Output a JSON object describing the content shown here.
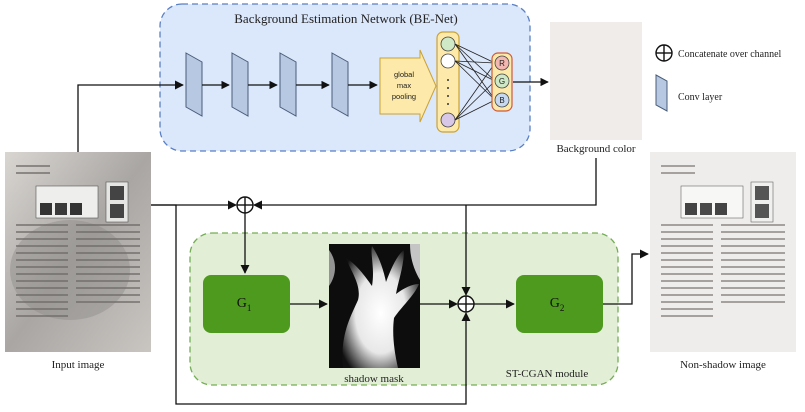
{
  "be_net": {
    "title": "Background Estimation Network (BE-Net)",
    "pool_label": [
      "global",
      "max",
      "pooling"
    ],
    "rgb": [
      "R",
      "G",
      "B"
    ]
  },
  "legend": {
    "concat_label": "Concatenate over channel",
    "conv_label": "Conv layer"
  },
  "labels": {
    "background_color": "Background color",
    "input_image": "Input image",
    "shadow_mask": "shadow mask",
    "module": "ST-CGAN module",
    "non_shadow": "Non-shadow image",
    "g1": "G",
    "g1_sub": "1",
    "g2": "G",
    "g2_sub": "2"
  },
  "colors": {
    "be_net_fill": "#dbe7fb",
    "be_net_border": "#5a7fc4",
    "module_fill": "#e2efd6",
    "module_border": "#74ad55",
    "generator_fill": "#4e9a1f",
    "conv_fill": "#b7c8e2",
    "pool_fill": "#fde9a9",
    "background_color_swatch": "#efecea"
  }
}
